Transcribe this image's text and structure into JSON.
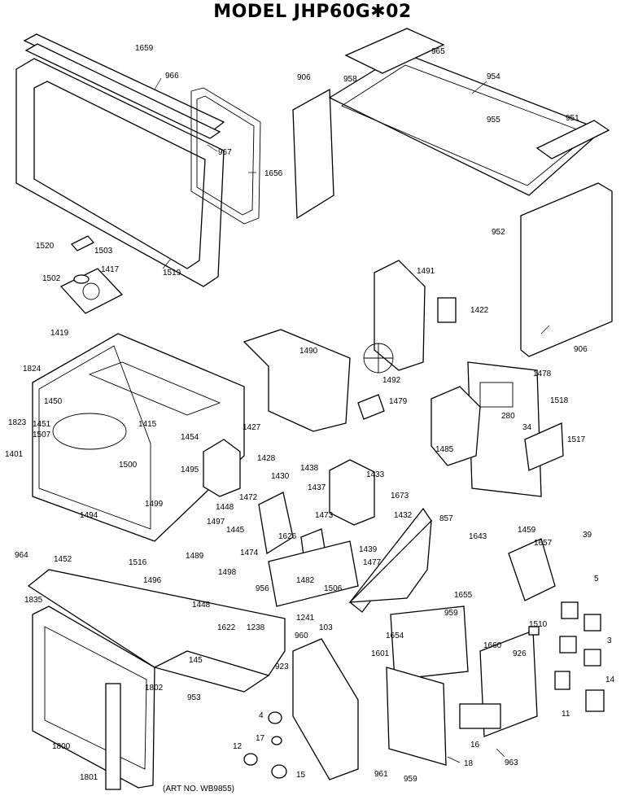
{
  "title": "MODEL JHP60G✱02",
  "art_number": "(ART NO. WB9855)",
  "part_labels": {
    "p1659": "1659",
    "p966": "966",
    "p967": "967",
    "p1656": "1656",
    "p1519": "1519",
    "p906a": "906",
    "p958": "958",
    "p965": "965",
    "p954": "954",
    "p955": "955",
    "p951": "951",
    "p952": "952",
    "p906b": "906",
    "p1520": "1520",
    "p1503": "1503",
    "p1502": "1502",
    "p1417": "1417",
    "p1419": "1419",
    "p1491": "1491",
    "p1422": "1422",
    "p1490": "1490",
    "p1492": "1492",
    "p1479": "1479",
    "p1478": "1478",
    "p1518": "1518",
    "p280": "280",
    "p34": "34",
    "p1485": "1485",
    "p1517": "1517",
    "p1824": "1824",
    "p1823": "1823",
    "p1450": "1450",
    "p1451": "1451",
    "p1507": "1507",
    "p1401": "1401",
    "p1415": "1415",
    "p1427": "1427",
    "p1454": "1454",
    "p1495": "1495",
    "p1428": "1428",
    "p1500": "1500",
    "p1499": "1499",
    "p1448a": "1448",
    "p1430": "1430",
    "p1438": "1438",
    "p1433": "1433",
    "p1497": "1497",
    "p1437": "1437",
    "p1673": "1673",
    "p1472": "1472",
    "p1432": "1432",
    "p857": "857",
    "p1445": "1445",
    "p1473": "1473",
    "p1494": "1494",
    "p1626": "1626",
    "p1439": "1439",
    "p1643": "1643",
    "p1459": "1459",
    "p1657": "1657",
    "p39": "39",
    "p964": "964",
    "p1452": "1452",
    "p1516": "1516",
    "p1489": "1489",
    "p1474": "1474",
    "p1477": "1477",
    "p1498": "1498",
    "p5": "5",
    "p1496": "1496",
    "p956": "956",
    "p1482": "1482",
    "p1506": "1506",
    "p1655": "1655",
    "p1448b": "1448",
    "p959a": "959",
    "p1835": "1835",
    "p1241": "1241",
    "p1622": "1622",
    "p1238": "1238",
    "p960": "960",
    "p103": "103",
    "p1510": "1510",
    "p3": "3",
    "p1654": "1654",
    "p1660": "1660",
    "p145": "145",
    "p923": "923",
    "p1601": "1601",
    "p926": "926",
    "p953": "953",
    "p1802": "1802",
    "p14": "14",
    "p11": "11",
    "p4": "4",
    "p1800": "1800",
    "p17": "17",
    "p16": "16",
    "p12": "12",
    "p963": "963",
    "p18": "18",
    "p1801": "1801",
    "p961": "961",
    "p959b": "959",
    "p15": "15"
  }
}
